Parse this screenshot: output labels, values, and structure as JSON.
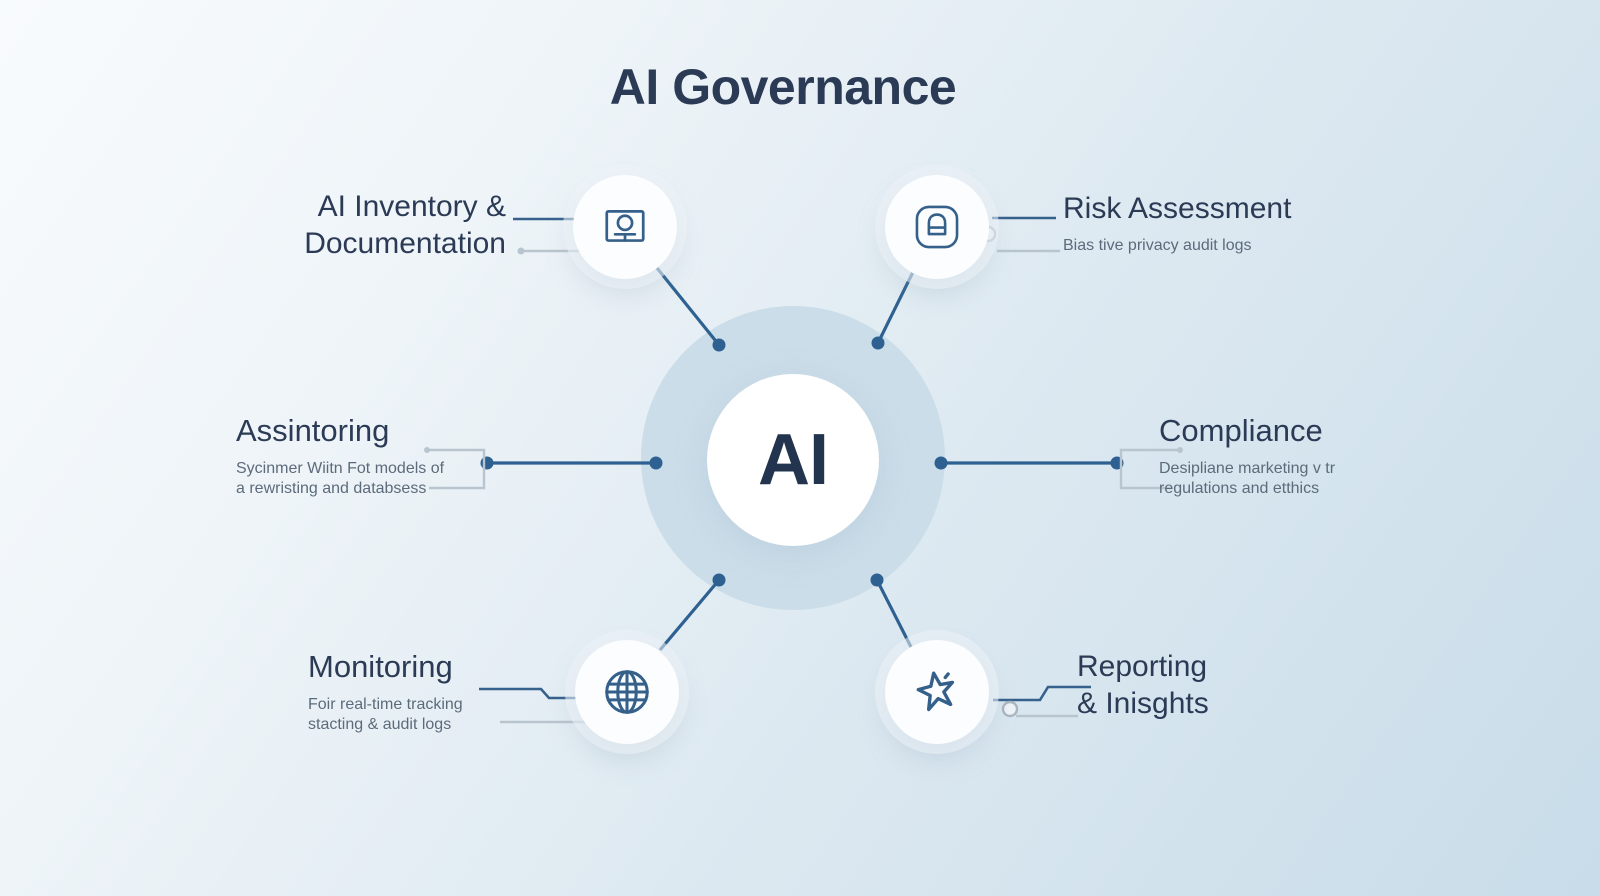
{
  "title": "AI Governance",
  "center": {
    "label": "AI"
  },
  "nodes": {
    "inventory": {
      "title_line1": "AI Inventory &",
      "title_line2": "Documentation",
      "icon": "monitor-icon"
    },
    "risk": {
      "title": "Risk Assessment",
      "subtitle": "Bias tive privacy audit logs",
      "icon": "lock-icon"
    },
    "assintoring": {
      "title": "Assintoring",
      "subtitle_line1": "Sycinmer Wiitn Fot models of",
      "subtitle_line2": "a rewristing and databsess"
    },
    "compliance": {
      "title": "Compliance",
      "subtitle_line1": "Desipliane marketing v tr",
      "subtitle_line2": "regulations and etthics"
    },
    "monitoring": {
      "title": "Monitoring",
      "subtitle_line1": "Foir real-time tracking",
      "subtitle_line2": "stacting & audit logs",
      "icon": "globe-icon"
    },
    "reporting": {
      "title_line1": "Reporting",
      "title_line2": "& Inisghts",
      "icon": "sparkle-icon"
    }
  },
  "colors": {
    "bg_start": "#f8fbfd",
    "bg_end": "#c8dce9",
    "title_text": "#2c3b55",
    "subtitle_text": "#5c6b7b",
    "accent_blue": "#2e6191",
    "connector_gray": "#b9c5ce",
    "halo": "#cbdde9",
    "node_circle_fill": "#fbfdfe",
    "center_circle_fill": "#ffffff",
    "icon_stroke": "#34608a"
  }
}
